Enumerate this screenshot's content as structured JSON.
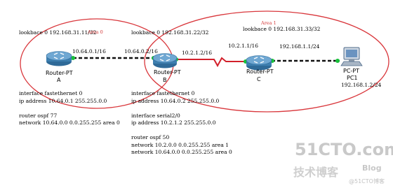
{
  "loopbacks": {
    "a": "lookbace 0 192.168.31.11/32",
    "b": "lookbace 0 192.168.31.22/32",
    "c": "lookbace 0 192.168.31.33/32"
  },
  "areas": {
    "area0": "Area 0",
    "area1": "Area 1"
  },
  "links": {
    "ab_left": "10.64.0.1/16",
    "ab_right": "10.64.0.2/16",
    "bc_left": "10.2.1.2/16",
    "bc_right": "10.2.1.1/16",
    "cpc": "192.168.1.1/24"
  },
  "devices": {
    "a_model": "Router-PT",
    "a_name": "A",
    "b_model": "Router-PT",
    "b_name": "B",
    "c_model": "Router-PT",
    "c_name": "C",
    "pc_model": "PC-PT",
    "pc_name": "PC1",
    "pc_ip": "192.168.1.2/24"
  },
  "config_a": [
    "interface fastethernet 0",
    "ip address 10.64.0.1 255.255.0.0",
    "",
    "router ospf 77",
    "network 10.64.0.0 0.0.255.255 area 0"
  ],
  "config_b": [
    "interface fastethernet 0",
    "ip address 10.64.0.2 255.255.0.0",
    "",
    "interface serial2/0",
    "ip address 10.2.1.2 255.255.0.0",
    "",
    "router ospf 50",
    "network 10.2.0.0 0.0.255.255 area 1",
    "network 10.64.0.0 0.0.255.255 area 0"
  ],
  "watermark": {
    "site": "51CTO.com",
    "title": "技术博客",
    "blog": "Blog",
    "author": "@51CTO博客"
  },
  "colors": {
    "area_outline": "#d9373c",
    "serial_link": "#d21f2a",
    "ethernet_link": "#111111",
    "port_dot": "#17c03a",
    "router_body": "#3d7fb0"
  }
}
